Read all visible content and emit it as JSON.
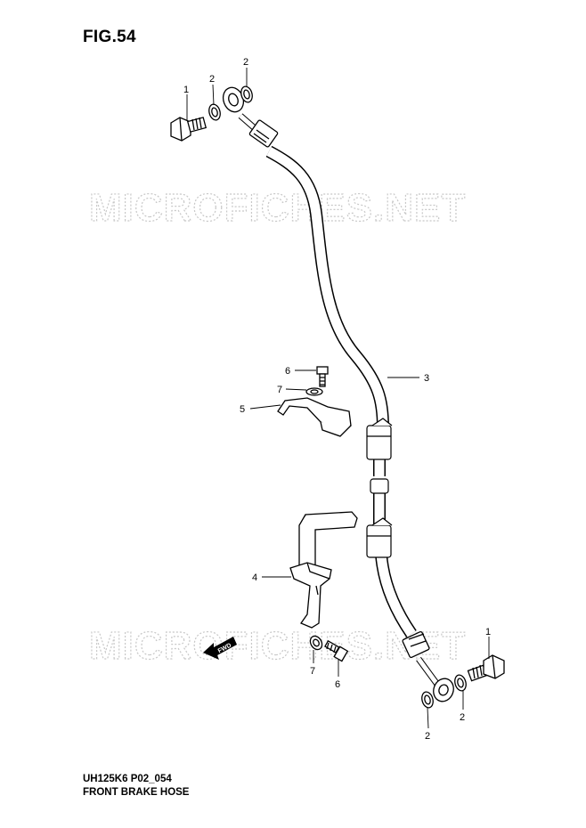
{
  "figure": {
    "title": "FIG.54",
    "diagram_code": "UH125K6 P02_054",
    "diagram_name": "FRONT BRAKE HOSE"
  },
  "watermark": {
    "text": "MICROFICHES.NET"
  },
  "direction_marker": {
    "text": "FWD"
  },
  "callouts": [
    {
      "part": "1",
      "position": "upper-left bolt"
    },
    {
      "part": "2",
      "position": "upper-left washer"
    },
    {
      "part": "2",
      "position": "upper washer"
    },
    {
      "part": "3",
      "position": "hose"
    },
    {
      "part": "6",
      "position": "clamp bolt"
    },
    {
      "part": "7",
      "position": "clamp washer"
    },
    {
      "part": "5",
      "position": "clamp"
    },
    {
      "part": "4",
      "position": "hose bracket"
    },
    {
      "part": "7",
      "position": "bracket washer"
    },
    {
      "part": "6",
      "position": "bracket bolt"
    },
    {
      "part": "1",
      "position": "lower-right bolt"
    },
    {
      "part": "2",
      "position": "lower-right washer"
    },
    {
      "part": "2",
      "position": "lower washer"
    }
  ]
}
